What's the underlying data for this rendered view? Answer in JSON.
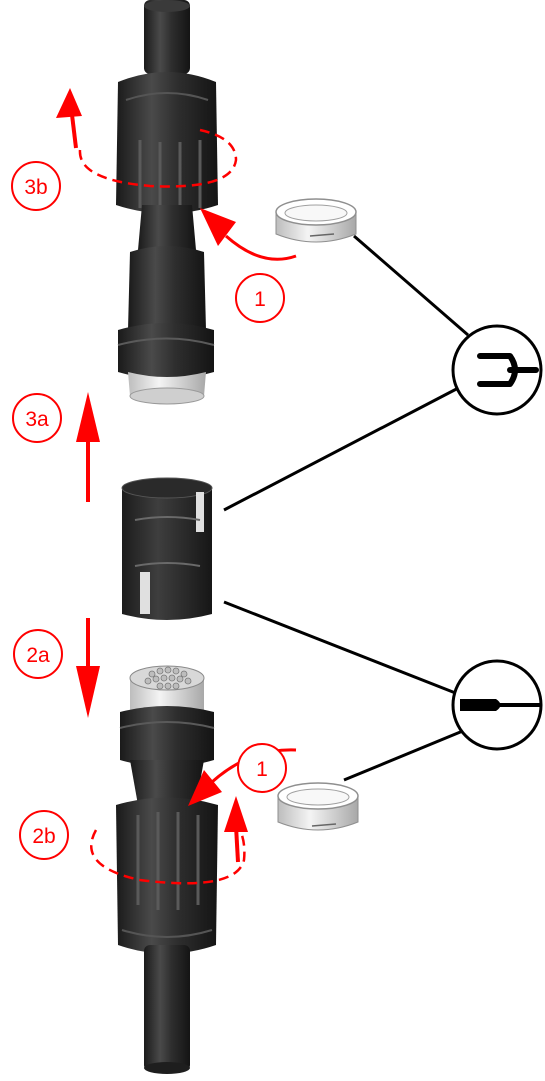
{
  "labels": {
    "step_1_top": "1",
    "step_1_bottom": "1",
    "step_2a": "2a",
    "step_2b": "2b",
    "step_3a": "3a",
    "step_3b": "3b"
  },
  "icons": {
    "top_callout": "socket-pin-symbol",
    "bottom_callout": "plug-pin-symbol"
  },
  "colors": {
    "annotation": "#ff0000",
    "part": "#2b2b2b",
    "part_highlight": "#4a4a4a",
    "insert": "#e8e8e8",
    "line": "#000000"
  }
}
